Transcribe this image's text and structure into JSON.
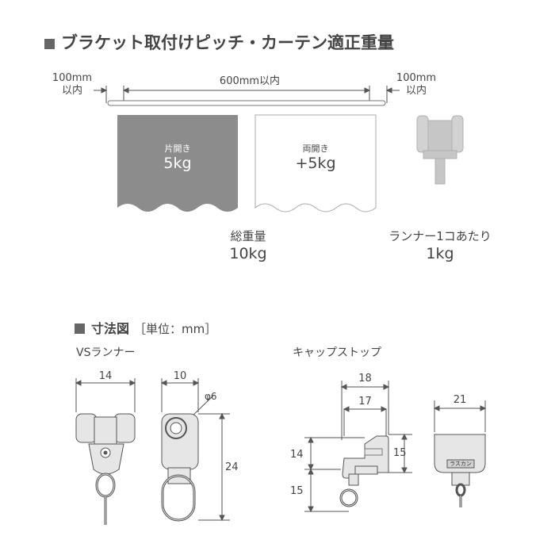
{
  "section1": {
    "title": "ブラケット取付けピッチ・カーテン適正重量",
    "left_margin_top": "100mm",
    "left_margin_bottom": "以内",
    "middle_pitch": "600mm以内",
    "right_margin_top": "100mm",
    "right_margin_bottom": "以内",
    "curtain_single_label": "片開き",
    "curtain_single_weight": "5kg",
    "curtain_double_label": "両開き",
    "curtain_double_weight": "+5kg",
    "total_label": "総重量",
    "total_weight": "10kg",
    "runner_label": "ランナー1コあたり",
    "runner_weight": "1kg"
  },
  "section2": {
    "title": "寸法図",
    "unit": "［単位：mm］",
    "vs_runner_label": "VSランナー",
    "vs_width": "14",
    "vs_depth": "10",
    "vs_diameter": "φ6",
    "vs_height": "24",
    "cap_stop_label": "キャップストップ",
    "cap_outer": "18",
    "cap_inner": "17",
    "cap_left_upper": "14",
    "cap_left_lower": "15",
    "cap_right": "15",
    "cap_front_width": "21",
    "cap_logo": "ラスカン"
  },
  "colors": {
    "marker": "#666666",
    "curtain_single_fill": "#8c8c8c",
    "outline": "#555555",
    "part_fill": "#e6e6e6"
  }
}
